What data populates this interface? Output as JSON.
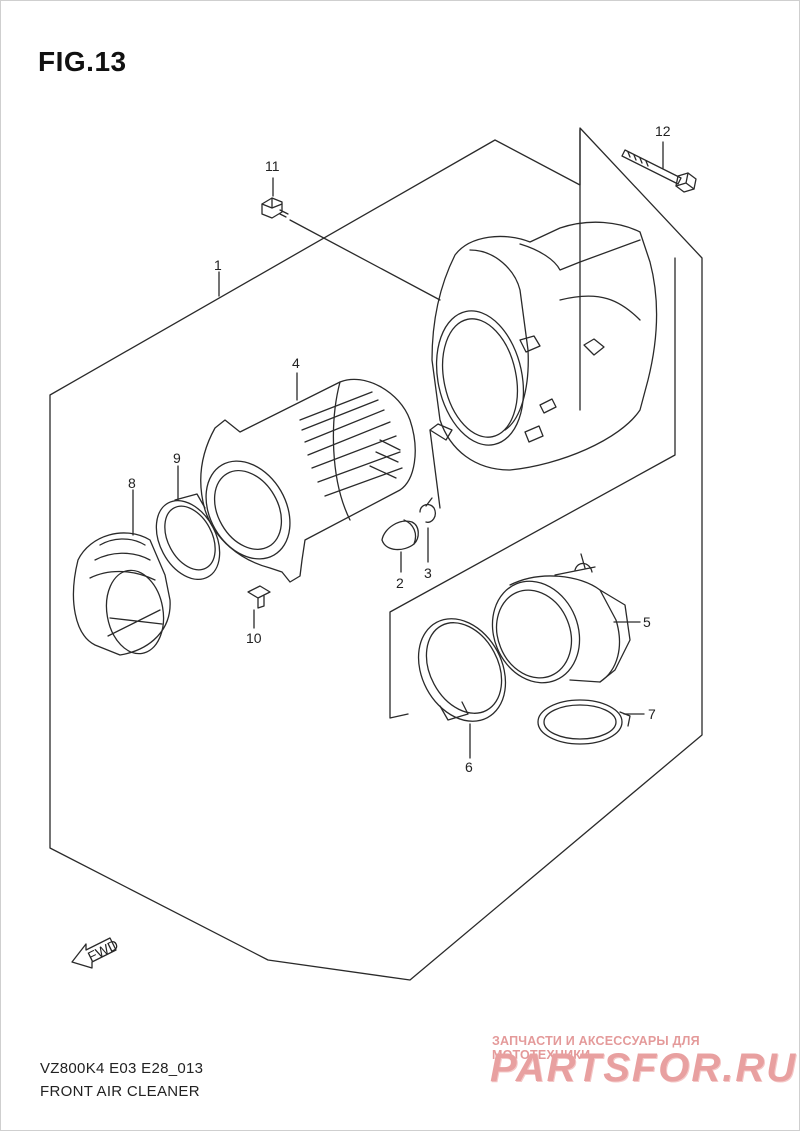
{
  "figure": {
    "title": "FIG.13",
    "model_code": "VZ800K4 E03 E28_013",
    "section_name": "FRONT AIR CLEANER"
  },
  "callouts": [
    {
      "id": "1",
      "label": "1"
    },
    {
      "id": "2",
      "label": "2"
    },
    {
      "id": "3",
      "label": "3"
    },
    {
      "id": "4",
      "label": "4"
    },
    {
      "id": "5",
      "label": "5"
    },
    {
      "id": "6",
      "label": "6"
    },
    {
      "id": "7",
      "label": "7"
    },
    {
      "id": "8",
      "label": "8"
    },
    {
      "id": "9",
      "label": "9"
    },
    {
      "id": "10",
      "label": "10"
    },
    {
      "id": "11",
      "label": "11"
    },
    {
      "id": "12",
      "label": "12"
    }
  ],
  "fwd_arrow": {
    "label": "FWD"
  },
  "watermark": {
    "tagline": "ЗАПЧАСТИ И АКСЕССУАРЫ ДЛЯ МОТОТЕХНИКИ",
    "brand": "PARTSFOR.RU"
  },
  "colors": {
    "line": "#2a2a2a",
    "watermark": "#e8a0a0"
  }
}
